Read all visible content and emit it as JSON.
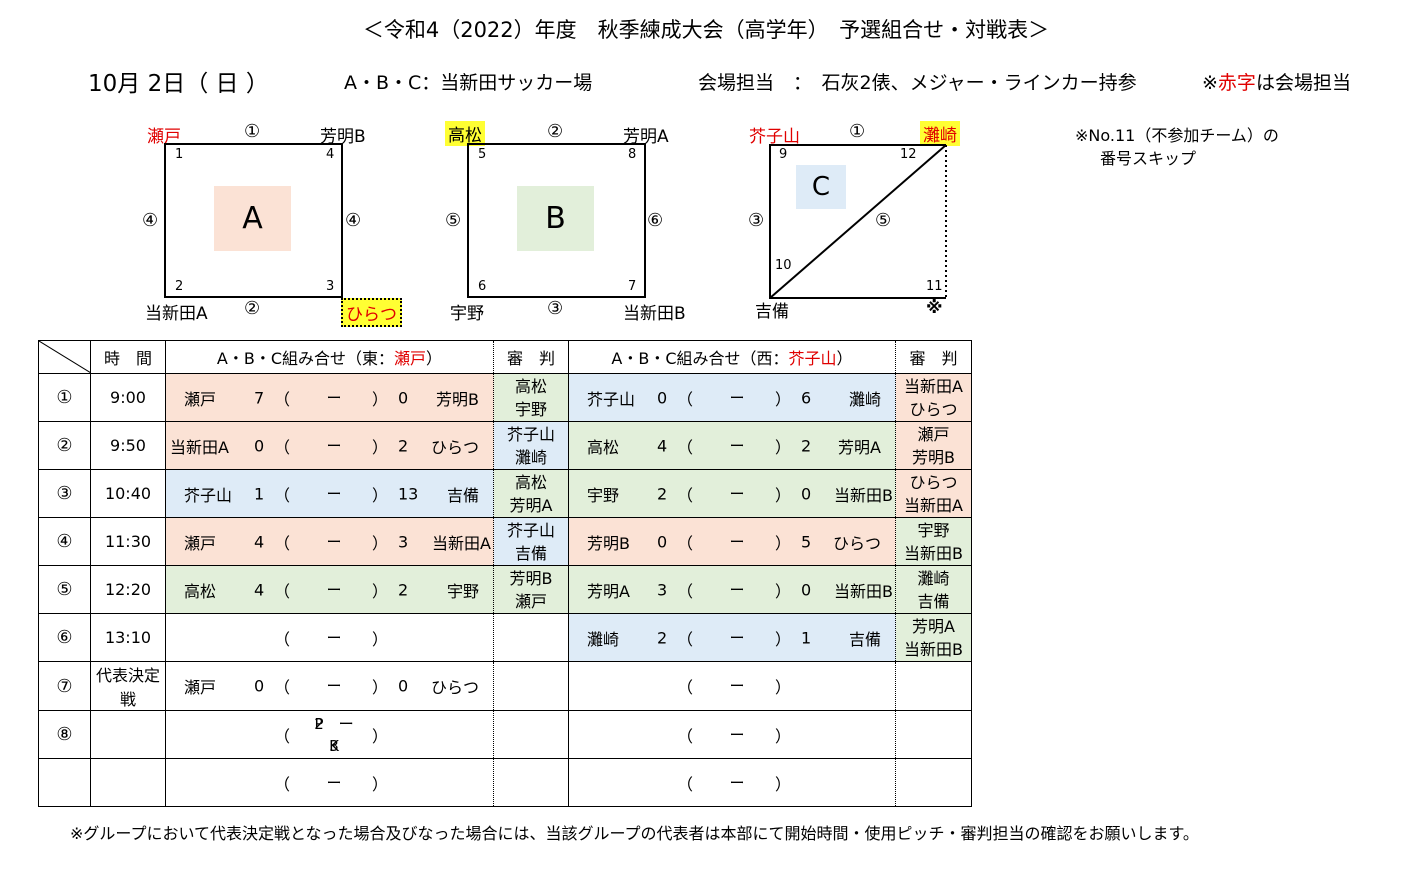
{
  "title": "＜令和4（2022）年度　秋季練成大会（高学年）　予選組合せ・対戦表＞",
  "info": {
    "date": "10月 2日（ 日 ）",
    "venue": "A・B・C：当新田サッカー場",
    "duty": "会場担当　：　石灰2俵、メジャー・ラインカー持参",
    "note_mark": "※",
    "note_red": "赤字",
    "note_rest": "は会場担当"
  },
  "skip_note": {
    "line1": "※No.11（不参加チーム）の",
    "line2": "番号スキップ"
  },
  "groups": {
    "A": {
      "label": "A",
      "color": "#fbe2d5",
      "tl": "瀬戸",
      "tr": "芳明B",
      "bl": "当新田A",
      "br": "ひらつ",
      "n1": "1",
      "n2": "2",
      "n3": "3",
      "n4": "4",
      "top": "①",
      "bottom": "②",
      "left": "④",
      "right": "④"
    },
    "B": {
      "label": "B",
      "color": "#e2efda",
      "tl": "高松",
      "tr": "芳明A",
      "bl": "宇野",
      "br": "当新田B",
      "n1": "5",
      "n2": "6",
      "n3": "7",
      "n4": "8",
      "top": "②",
      "bottom": "③",
      "left": "⑤",
      "right": "⑥"
    },
    "C": {
      "label": "C",
      "color": "#deebf7",
      "tl": "芥子山",
      "tr": "灘崎",
      "bl": "吉備",
      "br": "※",
      "n1": "9",
      "n2": "10",
      "n3": "11",
      "n4": "12",
      "top": "①",
      "left": "③",
      "diag": "⑤"
    }
  },
  "table": {
    "h_time": "時　間",
    "h_east_pre": "A・B・C組み合せ（東：",
    "h_east_red": "瀬戸",
    "h_west_pre": "A・B・C組み合せ（西：",
    "h_west_red": "芥子山",
    "h_close": "）",
    "h_ref": "審　判",
    "paren_open": "（",
    "paren_close": "）",
    "dash": "ー",
    "pk_top": "P　ー　K",
    "pk_bottom": "2　ー　3",
    "rows": [
      {
        "no": "①",
        "time": "9:00",
        "e_home": "瀬戸",
        "e_hs": "7",
        "e_as": "0",
        "e_away": "芳明B",
        "e_ref1": "高松",
        "e_ref2": "宇野",
        "w_home": "芥子山",
        "w_hs": "0",
        "w_as": "6",
        "w_away": "灘崎",
        "w_ref1": "当新田A",
        "w_ref2": "ひらつ"
      },
      {
        "no": "②",
        "time": "9:50",
        "e_home": "当新田A",
        "e_hs": "0",
        "e_as": "2",
        "e_away": "ひらつ",
        "e_ref1": "芥子山",
        "e_ref2": "灘崎",
        "w_home": "高松",
        "w_hs": "4",
        "w_as": "2",
        "w_away": "芳明A",
        "w_ref1": "瀬戸",
        "w_ref2": "芳明B"
      },
      {
        "no": "③",
        "time": "10:40",
        "e_home": "芥子山",
        "e_hs": "1",
        "e_as": "13",
        "e_away": "吉備",
        "e_ref1": "高松",
        "e_ref2": "芳明A",
        "w_home": "宇野",
        "w_hs": "2",
        "w_as": "0",
        "w_away": "当新田B",
        "w_ref1": "ひらつ",
        "w_ref2": "当新田A"
      },
      {
        "no": "④",
        "time": "11:30",
        "e_home": "瀬戸",
        "e_hs": "4",
        "e_as": "3",
        "e_away": "当新田A",
        "e_ref1": "芥子山",
        "e_ref2": "吉備",
        "w_home": "芳明B",
        "w_hs": "0",
        "w_as": "5",
        "w_away": "ひらつ",
        "w_ref1": "宇野",
        "w_ref2": "当新田B"
      },
      {
        "no": "⑤",
        "time": "12:20",
        "e_home": "高松",
        "e_hs": "4",
        "e_as": "2",
        "e_away": "宇野",
        "e_ref1": "芳明B",
        "e_ref2": "瀬戸",
        "w_home": "芳明A",
        "w_hs": "3",
        "w_as": "0",
        "w_away": "当新田B",
        "w_ref1": "灘崎",
        "w_ref2": "吉備"
      },
      {
        "no": "⑥",
        "time": "13:10",
        "w_home": "灘崎",
        "w_hs": "2",
        "w_as": "1",
        "w_away": "吉備",
        "w_ref1": "芳明A",
        "w_ref2": "当新田B"
      },
      {
        "no": "⑦",
        "time": "代表決定戦",
        "e_home": "瀬戸",
        "e_hs": "0",
        "e_as": "0",
        "e_away": "ひらつ"
      },
      {
        "no": "⑧",
        "time": ""
      },
      {
        "no": "",
        "time": ""
      }
    ]
  },
  "footer": "※グループにおいて代表決定戦となった場合及びなった場合には、当該グループの代表者は本部にて開始時間・使用ピッチ・審判担当の確認をお願いします。"
}
